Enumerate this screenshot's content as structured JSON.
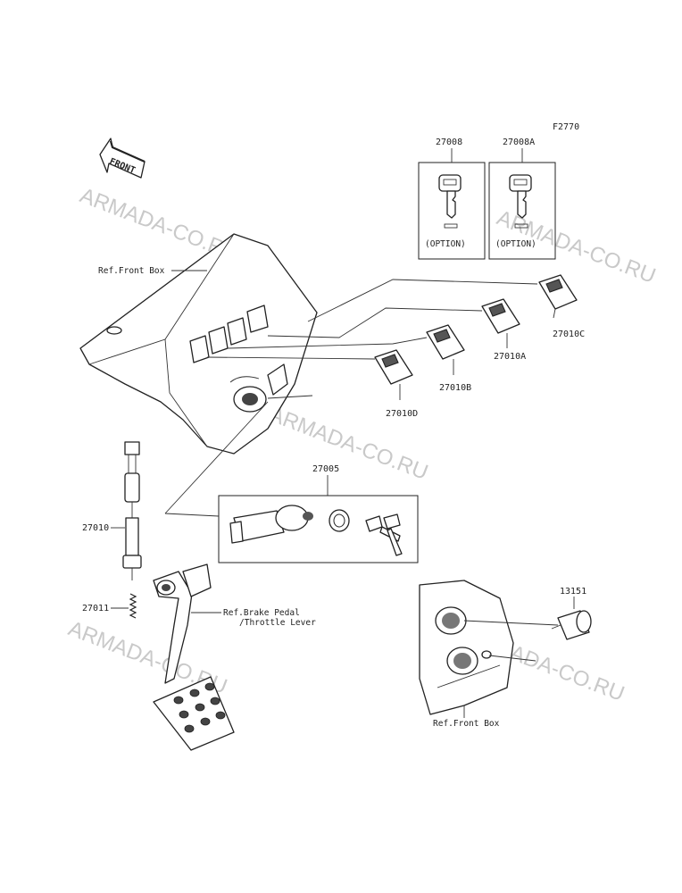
{
  "figure_id": "F2770",
  "front_arrow": "FRONT",
  "watermark": "ARMADA-CO.RU",
  "labels": {
    "p27008": "27008",
    "p27008a": "27008A",
    "option1": "(OPTION)",
    "option2": "(OPTION)",
    "p27010c": "27010C",
    "p27010a": "27010A",
    "p27010b": "27010B",
    "p27010d": "27010D",
    "p27005": "27005",
    "p27010": "27010",
    "p27011": "27011",
    "p13151": "13151",
    "ref_front_box_top": "Ref.Front Box",
    "ref_brake_1": "Ref.Brake Pedal",
    "ref_brake_2": "/Throttle Lever",
    "ref_front_box_bottom": "Ref.Front Box"
  }
}
